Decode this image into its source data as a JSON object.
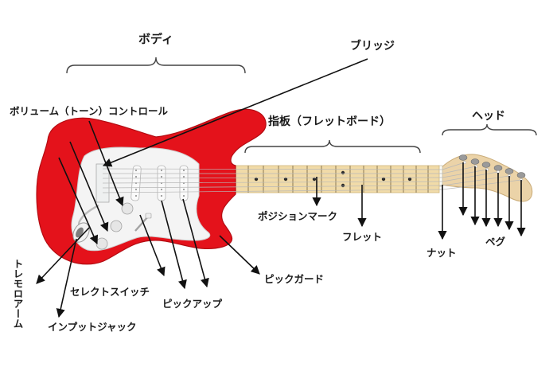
{
  "labels": {
    "body": "ボディ",
    "bridge": "ブリッジ",
    "volume_tone": "ボリューム（トーン）コントロール",
    "fingerboard": "指板（フレットボード）",
    "head": "ヘッド",
    "position_mark": "ポジションマーク",
    "fret": "フレット",
    "nut": "ナット",
    "peg": "ペグ",
    "pickguard": "ピックガード",
    "pickup": "ピックアップ",
    "select_switch": "セレクトスイッチ",
    "input_jack": "インプットジャック",
    "tremolo_arm": "トレモロアーム"
  },
  "colors": {
    "body_red": "#e4121b",
    "body_edge": "#b30c12",
    "pickguard": "#f4f4f4",
    "neck_maple": "#f1dba8",
    "fret_line": "#9c8a63",
    "headstock": "#ebd3a8",
    "peg_metal": "#9a9a9a"
  }
}
